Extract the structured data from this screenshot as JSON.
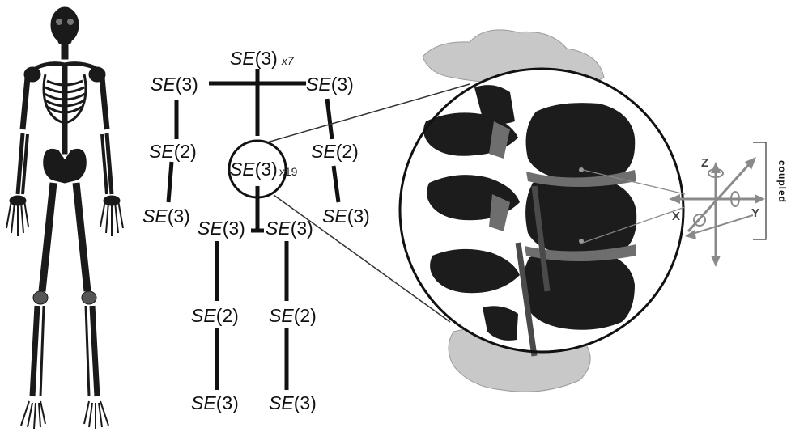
{
  "diagram": {
    "se_group_label": "SE",
    "nodes": [
      {
        "id": "head",
        "dim": "(3)",
        "multiplier": "x7"
      },
      {
        "id": "left-shoulder",
        "dim": "(3)"
      },
      {
        "id": "right-shoulder",
        "dim": "(3)"
      },
      {
        "id": "left-elbow",
        "dim": "(2)"
      },
      {
        "id": "right-elbow",
        "dim": "(2)"
      },
      {
        "id": "left-wrist",
        "dim": "(3)"
      },
      {
        "id": "right-wrist",
        "dim": "(3)"
      },
      {
        "id": "spine",
        "dim": "(3)",
        "multiplier": "x19"
      },
      {
        "id": "left-hip",
        "dim": "(3)"
      },
      {
        "id": "right-hip",
        "dim": "(3)"
      },
      {
        "id": "left-knee",
        "dim": "(2)"
      },
      {
        "id": "right-knee",
        "dim": "(2)"
      },
      {
        "id": "left-ankle",
        "dim": "(3)"
      },
      {
        "id": "right-ankle",
        "dim": "(3)"
      }
    ],
    "axes": {
      "z": "Z",
      "x": "X",
      "y": "Y"
    },
    "bracket_label": "coupled"
  },
  "colors": {
    "ink": "#111111",
    "bone": "#1a1a1a",
    "vertebra_light": "#c8c8c8",
    "vertebra_dark": "#1c1c1c",
    "axis_gray": "#8a8a8a"
  }
}
